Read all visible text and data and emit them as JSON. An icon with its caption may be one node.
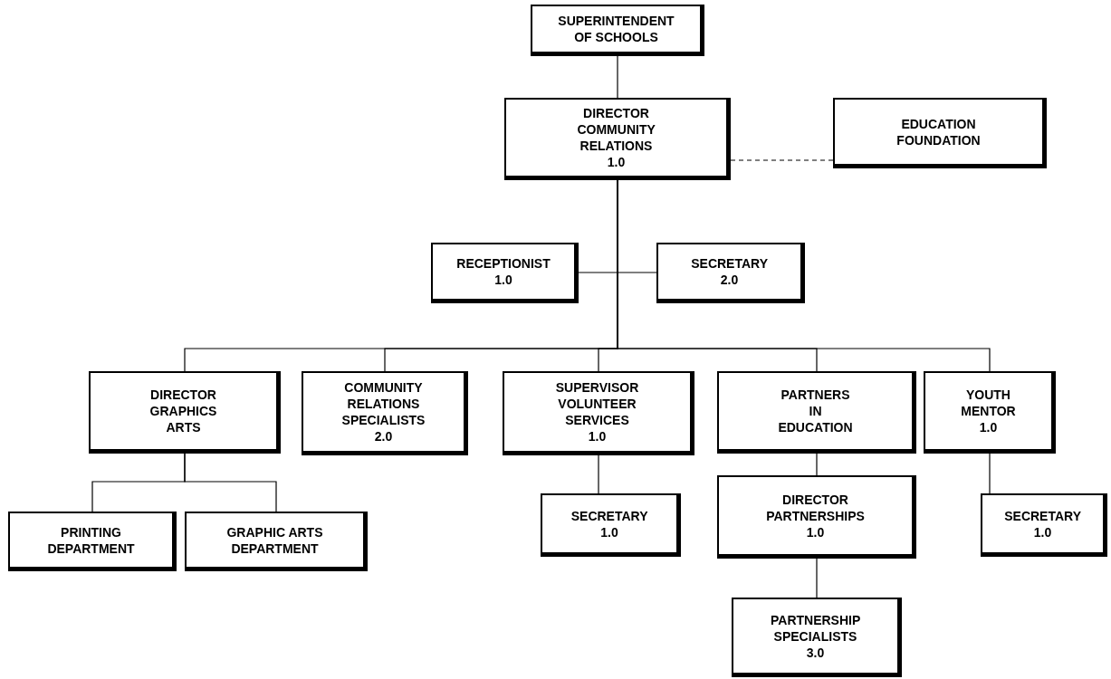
{
  "diagram": {
    "nodes": [
      {
        "text": [
          "SUPERINTENDENT OF SCHOOLS"
        ]
      },
      {
        "text": [
          "DIRECTOR COMMUNITY RELATIONS 1.0"
        ]
      },
      {
        "text": [
          "EDUCATION FOUNDATION"
        ]
      },
      {
        "text": [
          "RECEPTIONIST 1.0"
        ]
      },
      {
        "text": [
          "SECRETARY 2.0"
        ]
      },
      {
        "text": [
          "DIRECTOR GRAPHICS ARTS"
        ]
      },
      {
        "text": [
          "COMMUNITY RELATIONS SPECIALISTS 2.0"
        ]
      },
      {
        "text": [
          "SUPERVISOR VOLUNTEER SERVICES 1.0"
        ]
      },
      {
        "text": [
          "PARTNERS IN EDUCATION"
        ]
      },
      {
        "text": [
          "YOUTH MENTOR 1.0"
        ]
      },
      {
        "text": [
          "PRINTING DEPARTMENT"
        ]
      },
      {
        "text": [
          "GRAPHIC ARTS DEPARTMENT"
        ]
      },
      {
        "text": [
          "SECRETARY 1.0"
        ]
      },
      {
        "text": [
          "DIRECTOR PARTNERSHIPS 1.0"
        ]
      },
      {
        "text": [
          "PARTNERSHIP SPECIALISTS 3.0"
        ]
      },
      {
        "text": [
          "SECRETARY 1.0"
        ]
      }
    ],
    "edges": [
      {
        "from": 0,
        "to": 1,
        "arrow": "none"
      },
      {
        "from": 1,
        "to": 2,
        "arrow": "none",
        "style": "dashed"
      },
      {
        "from": 1,
        "to": 3,
        "arrow": "none"
      },
      {
        "from": 1,
        "to": 4,
        "arrow": "none"
      },
      {
        "from": 1,
        "to": 5,
        "arrow": "none"
      },
      {
        "from": 1,
        "to": 6,
        "arrow": "none"
      },
      {
        "from": 1,
        "to": 7,
        "arrow": "none"
      },
      {
        "from": 1,
        "to": 8,
        "arrow": "none"
      },
      {
        "from": 1,
        "to": 9,
        "arrow": "none"
      },
      {
        "from": 5,
        "to": 10,
        "arrow": "none"
      },
      {
        "from": 5,
        "to": 11,
        "arrow": "none"
      },
      {
        "from": 7,
        "to": 12,
        "arrow": "none"
      },
      {
        "from": 8,
        "to": 13,
        "arrow": "none"
      },
      {
        "from": 13,
        "to": 14,
        "arrow": "none"
      },
      {
        "from": 9,
        "to": 15,
        "arrow": "none"
      }
    ]
  }
}
